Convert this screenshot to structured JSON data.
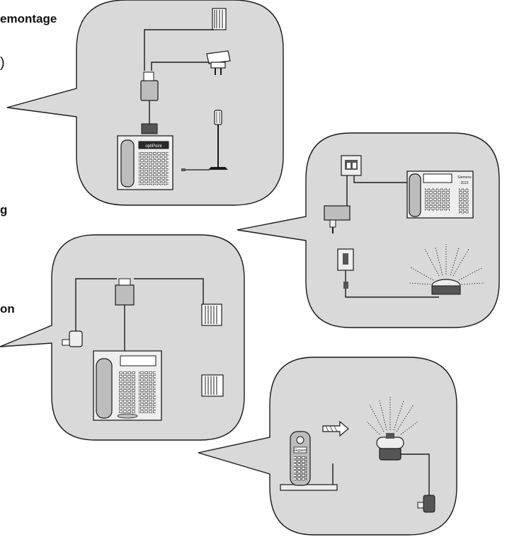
{
  "labels": {
    "top": "emontage",
    "paren": ")",
    "middle": "g",
    "lower": "on"
  },
  "devices": {
    "speakerphone_display": "optiPoint",
    "bell_phone_brand": "Siemens",
    "bell_phone_model": "2015",
    "handset_brand": "Gigaset"
  },
  "colors": {
    "bubble_fill": "#d9d9d9",
    "stroke": "#1a1a1a",
    "device_fill": "#bdbdbd",
    "device_light": "#eeeeee"
  },
  "icons": [
    "speech-bubble",
    "desk-phone",
    "power-adapter",
    "gooseneck-microphone",
    "loudspeaker",
    "bell",
    "cordless-handset",
    "radio-waves-arrow"
  ]
}
